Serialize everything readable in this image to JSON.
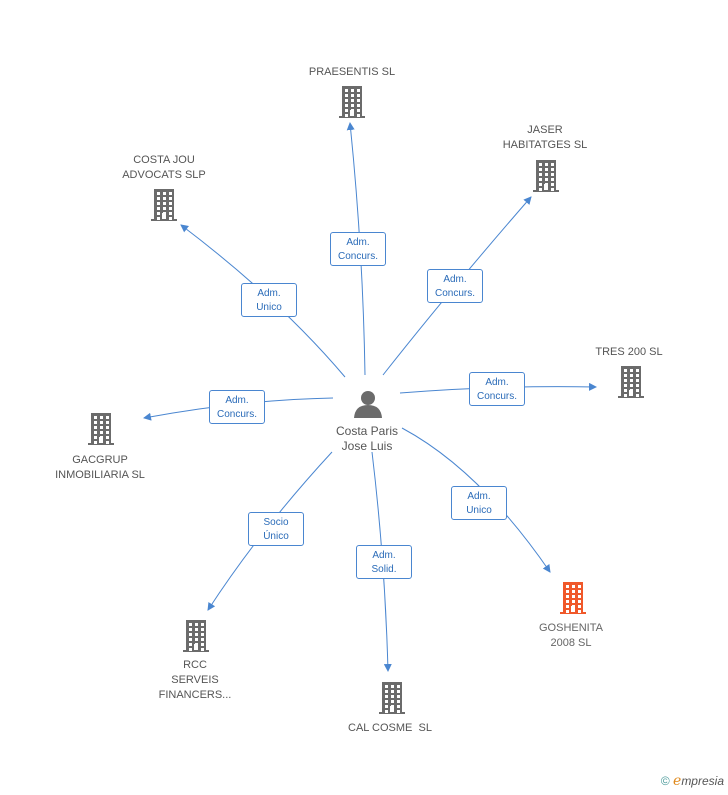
{
  "center": {
    "name_line1": "Costa Paris",
    "name_line2": "Jose Luis",
    "icon": "person-icon"
  },
  "companies": [
    {
      "id": "praesentis",
      "lines": [
        "PRAESENTIS SL"
      ],
      "color": "#6b6b6b"
    },
    {
      "id": "jaser",
      "lines": [
        "JASER",
        "HABITATGES SL"
      ],
      "color": "#6b6b6b"
    },
    {
      "id": "costa-jou",
      "lines": [
        "COSTA JOU",
        "ADVOCATS SLP"
      ],
      "color": "#6b6b6b"
    },
    {
      "id": "tres-200",
      "lines": [
        "TRES 200 SL"
      ],
      "color": "#6b6b6b"
    },
    {
      "id": "gacgrup",
      "lines": [
        "GACGRUP",
        "INMOBILIARIA SL"
      ],
      "color": "#6b6b6b"
    },
    {
      "id": "goshenita",
      "lines": [
        "GOSHENITA",
        "2008 SL"
      ],
      "color": "#f0582a"
    },
    {
      "id": "rcc",
      "lines": [
        "RCC",
        "SERVEIS",
        "FINANCERS..."
      ],
      "color": "#6b6b6b"
    },
    {
      "id": "cal-cosme",
      "lines": [
        "CAL COSME  SL"
      ],
      "color": "#6b6b6b"
    }
  ],
  "relations": [
    {
      "target": "praesentis",
      "lines": [
        "Adm.",
        "Concurs."
      ]
    },
    {
      "target": "jaser",
      "lines": [
        "Adm.",
        "Concurs."
      ]
    },
    {
      "target": "costa-jou",
      "lines": [
        "Adm.",
        "Unico"
      ]
    },
    {
      "target": "tres-200",
      "lines": [
        "Adm.",
        "Concurs."
      ]
    },
    {
      "target": "gacgrup",
      "lines": [
        "Adm.",
        "Concurs."
      ]
    },
    {
      "target": "goshenita",
      "lines": [
        "Adm.",
        "Unico"
      ]
    },
    {
      "target": "rcc",
      "lines": [
        "Socio",
        "Único"
      ]
    },
    {
      "target": "cal-cosme",
      "lines": [
        "Adm.",
        "Solid."
      ]
    }
  ],
  "footer": {
    "copyright": "©",
    "brand_initial": "e",
    "brand_rest": "mpresia"
  },
  "colors": {
    "edge": "#4a86d0",
    "building": "#6b6b6b",
    "highlight": "#f0582a",
    "person": "#6b6b6b"
  }
}
